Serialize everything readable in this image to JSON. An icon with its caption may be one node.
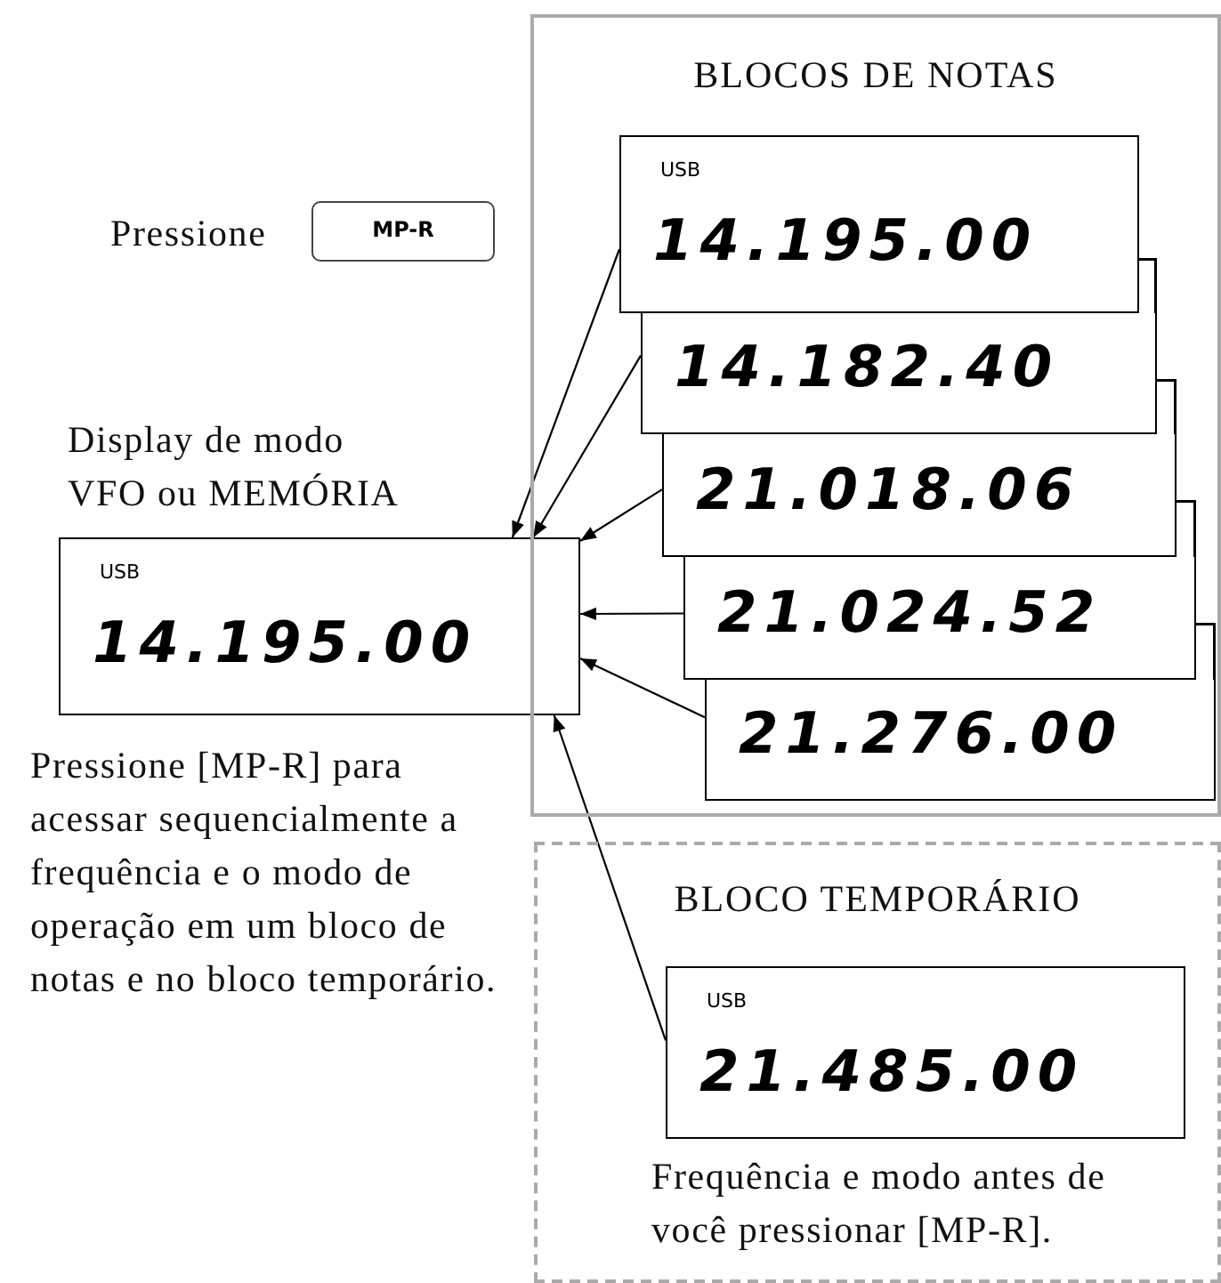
{
  "diagram": {
    "nodes": [
      {
        "text": [
          "BLOCOS DE NOTAS"
        ]
      },
      {
        "text": [
          "USB",
          "14.195.00"
        ],
        "in": 0
      },
      {
        "text": [
          "14.182.40"
        ],
        "in": 0
      },
      {
        "text": [
          "21.018.06"
        ],
        "in": 0
      },
      {
        "text": [
          "21.024.52"
        ],
        "in": 0
      },
      {
        "text": [
          "21.276.00"
        ],
        "in": 0
      },
      {
        "text": [
          "BLOCO TEMPORÁRIO"
        ]
      },
      {
        "text": [
          "USB",
          "21.485.00"
        ],
        "in": 6,
        "beside": [
          "Frequência e modo antes de você pressionar [MP-R]."
        ]
      },
      {
        "text": [
          "USB",
          "14.195.00"
        ],
        "beside": [
          "Display de modo VFO ou MEMÓRIA"
        ]
      },
      {
        "text": [
          "MP-R"
        ]
      }
    ],
    "edges": [
      {
        "from": 1,
        "to": 8,
        "arrow": "to"
      },
      {
        "from": 2,
        "to": 8,
        "arrow": "to"
      },
      {
        "from": 3,
        "to": 8,
        "arrow": "to"
      },
      {
        "from": 4,
        "to": 8,
        "arrow": "to"
      },
      {
        "from": 5,
        "to": 8,
        "arrow": "to"
      },
      {
        "from": 7,
        "to": 8,
        "arrow": "to"
      }
    ],
    "labels": [
      "Pressione",
      "Pressione [MP-R] para acessar sequencialmente a frequência e o modo de operação em um bloco de notas e no bloco temporário."
    ]
  }
}
